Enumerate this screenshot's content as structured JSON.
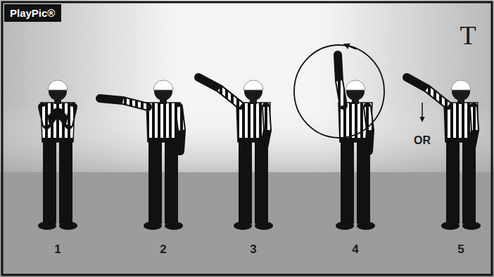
{
  "diagram": {
    "nodes": [
      {
        "text": [
          "PlayPic®"
        ]
      }
    ],
    "labels": [
      "T",
      "1",
      "2",
      "3",
      "4",
      "5",
      "OR"
    ]
  }
}
